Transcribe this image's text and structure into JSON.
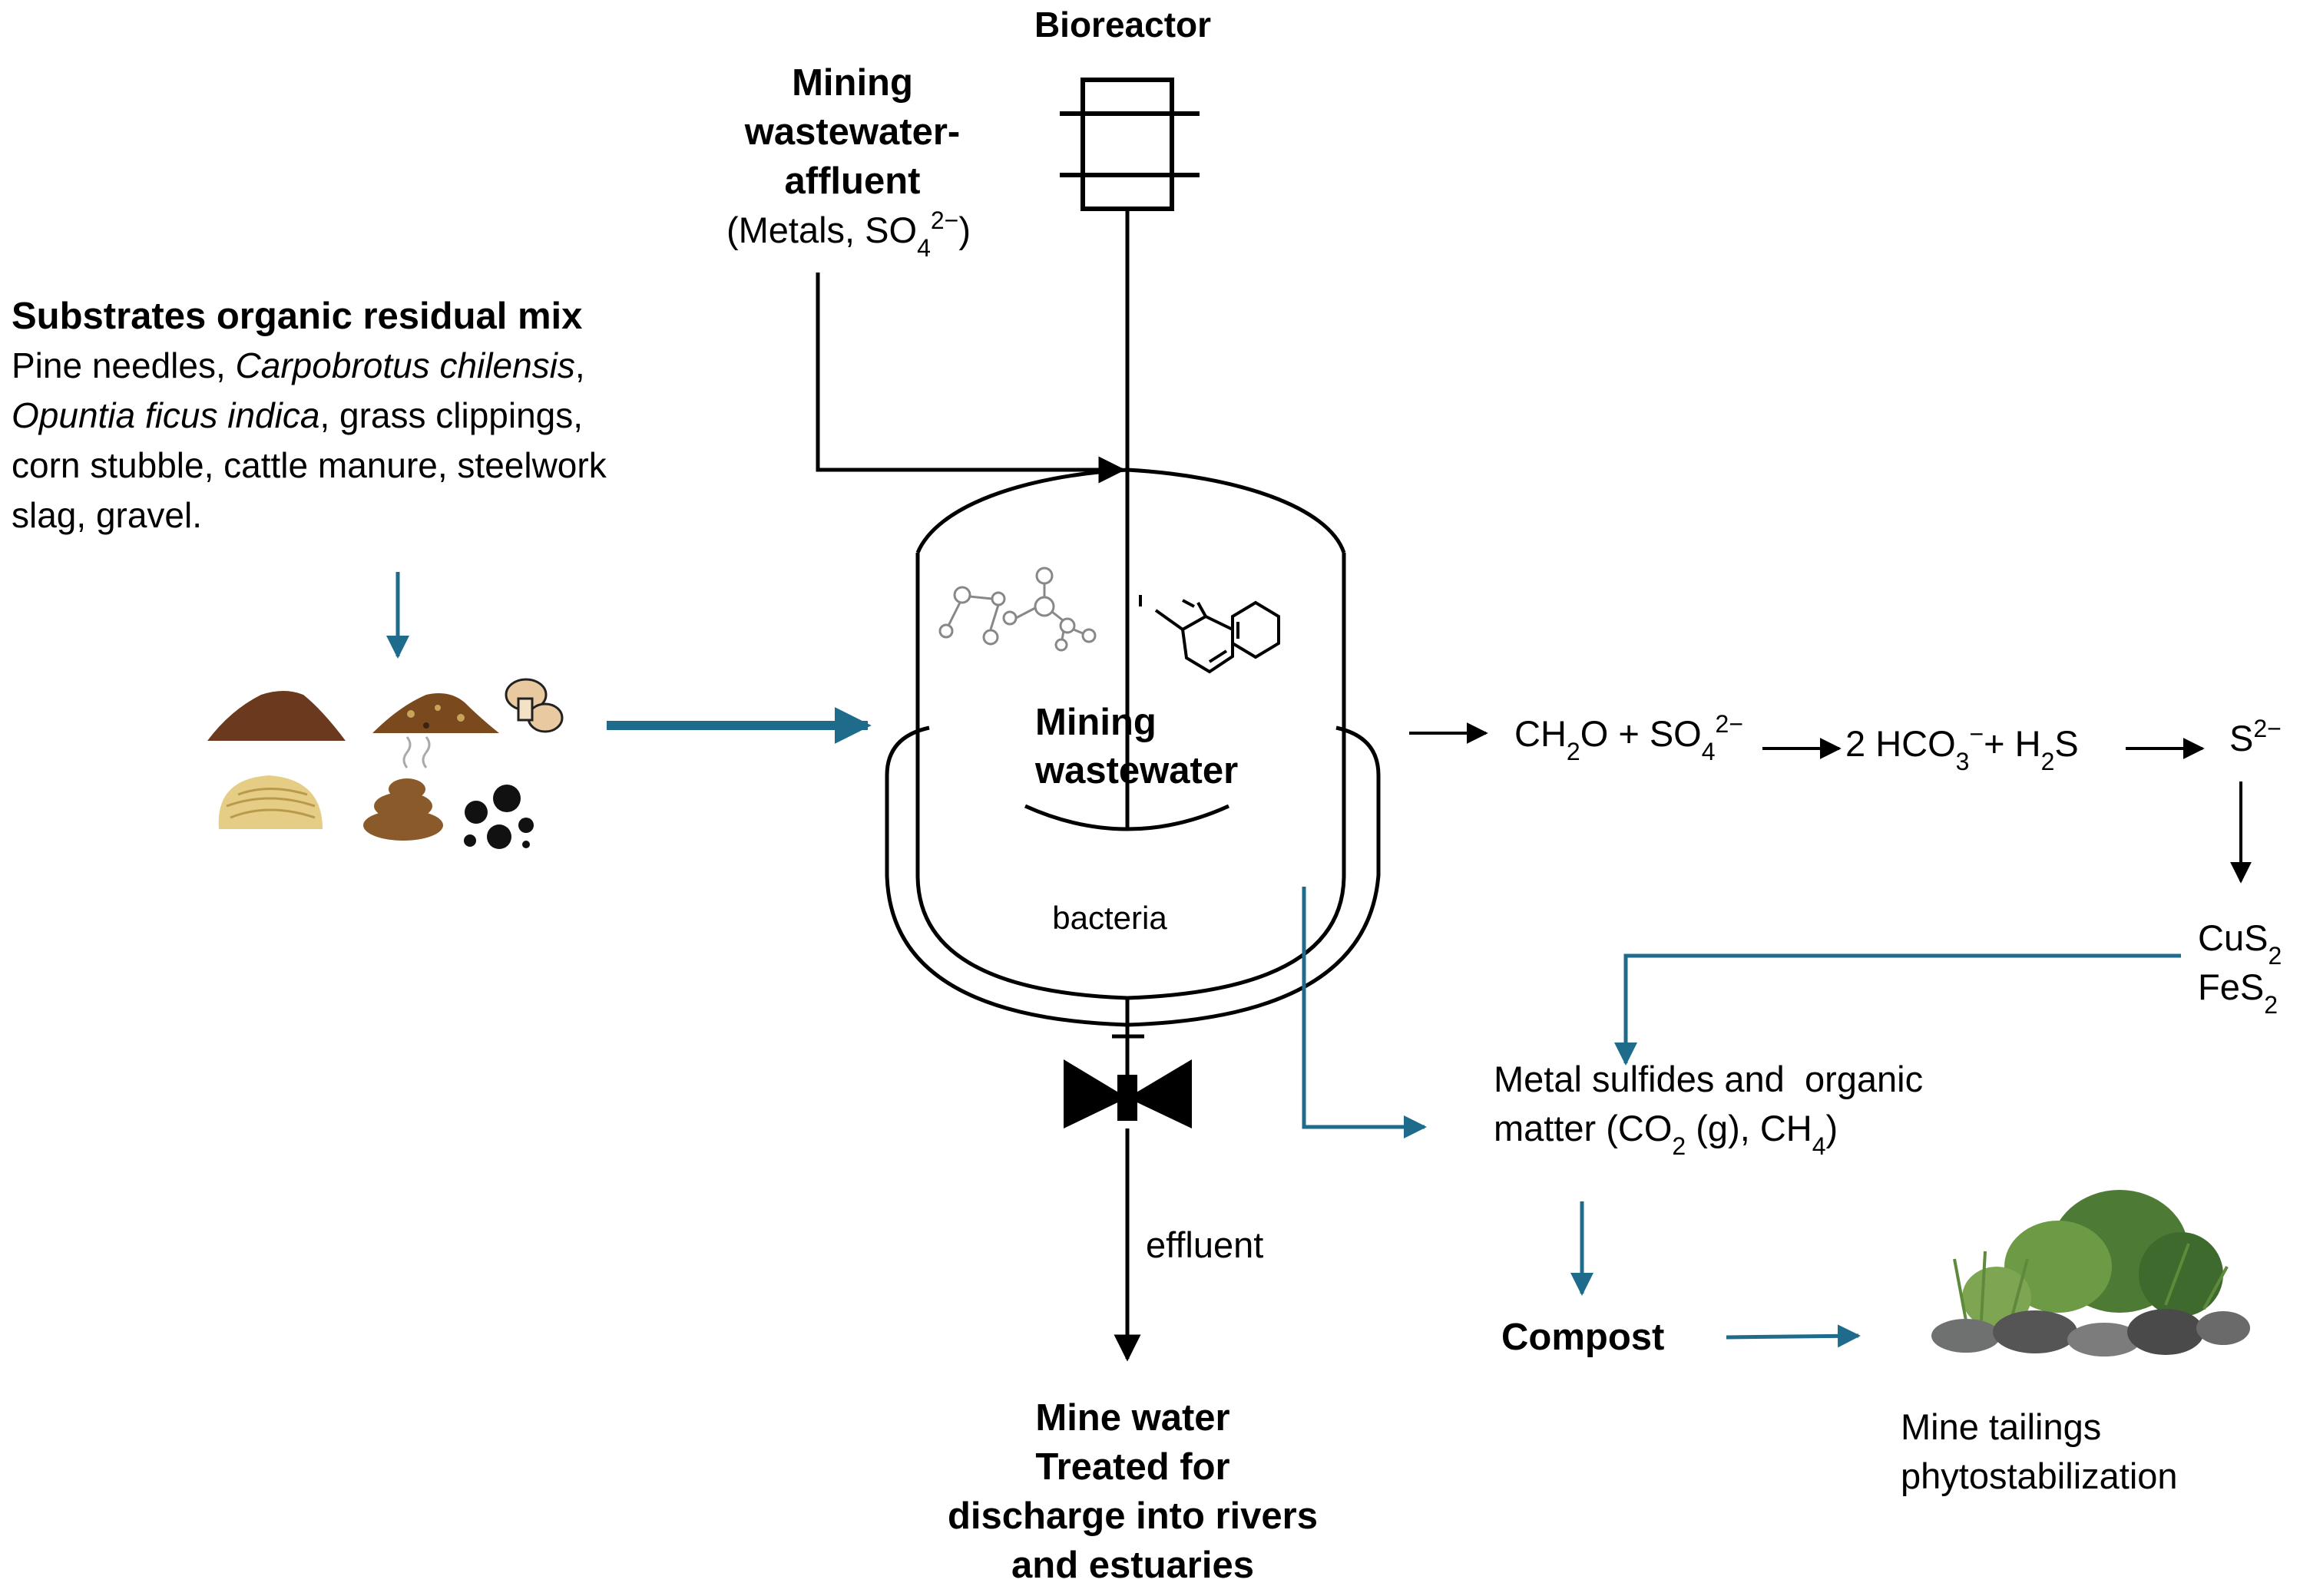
{
  "title": "Bioreactor",
  "inlet": {
    "heading_lines": [
      "Mining",
      "wastewater-",
      "affluent"
    ],
    "detail": {
      "pre": "(Metals, SO",
      "sub": "4",
      "sup": "2−",
      "post": ")"
    }
  },
  "substrates": {
    "heading": "Substrates organic residual mix",
    "lines": [
      [
        {
          "text": "Pine needles, "
        },
        {
          "text": "Carpobrotus chilensis",
          "italic": true
        },
        {
          "text": ","
        }
      ],
      [
        {
          "text": "Opuntia ficus indica",
          "italic": true
        },
        {
          "text": ", grass clippings,"
        }
      ],
      [
        {
          "text": "corn stubble, cattle manure, steelwork"
        }
      ],
      [
        {
          "text": "slag, gravel."
        }
      ]
    ]
  },
  "reactor": {
    "content_lines": [
      "Mining",
      "wastewater"
    ],
    "bacteria": "bacteria",
    "effluent": "effluent"
  },
  "reaction": {
    "reactant1": {
      "pre": "CH",
      "sub": "2",
      "post": "O"
    },
    "plus": "+",
    "reactant2": {
      "pre": "SO",
      "sub": "4",
      "sup": "2−"
    },
    "product1": {
      "pre": "2 HCO",
      "sub": "3",
      "sup": "−"
    },
    "product2": {
      "pre": "H",
      "sub": "2",
      "post": "S"
    },
    "sulfide": {
      "pre": "S",
      "sup": "2−"
    }
  },
  "minerals": [
    {
      "pre": "CuS",
      "sub": "2"
    },
    {
      "pre": "FeS",
      "sub": "2"
    }
  ],
  "products": {
    "line1": "Metal sulfides and  organic",
    "line2": {
      "a": "matter (CO",
      "sub1": "2",
      "b": " (g), CH",
      "sub2": "4",
      "c": ")"
    }
  },
  "compost": "Compost",
  "tailings": [
    "Mine tailings",
    "phytostabilization"
  ],
  "discharge": [
    "Mine water",
    "Treated for",
    "discharge into rivers",
    "and estuaries"
  ],
  "icons": [
    "soil-pile-icon",
    "compost-pile-icon",
    "mushroom-icon",
    "straw-bale-icon",
    "manure-icon",
    "slag-gravel-icon",
    "molecule-icon",
    "benzene-molecule-icon",
    "valve-icon",
    "plants-rocks-icon"
  ],
  "colors": {
    "flow_arrow": "#1f6b8c",
    "reaction_arrow": "#000000"
  }
}
